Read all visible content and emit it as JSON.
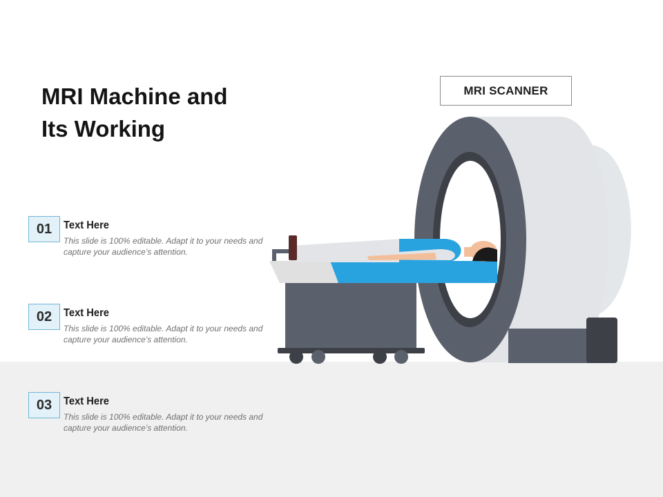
{
  "slide": {
    "title_line1": "MRI Machine and",
    "title_line2": "Its Working"
  },
  "steps": [
    {
      "number": "01",
      "heading": "Text Here",
      "body": "This slide is 100% editable. Adapt it to your needs and capture your audience’s attention."
    },
    {
      "number": "02",
      "heading": "Text Here",
      "body": "This slide is 100% editable. Adapt it to your needs and capture your audience’s attention."
    },
    {
      "number": "03",
      "heading": "Text Here",
      "body": "This slide is 100% editable. Adapt it to your needs and capture your audience’s attention."
    }
  ],
  "scanner": {
    "label": "MRI SCANNER"
  },
  "colors": {
    "accent_blue": "#29a3df",
    "machine_dark": "#5b616c",
    "machine_light": "#e3e4e7",
    "number_box_fill": "#e3f1f9",
    "number_box_border": "#6fb6d9"
  }
}
